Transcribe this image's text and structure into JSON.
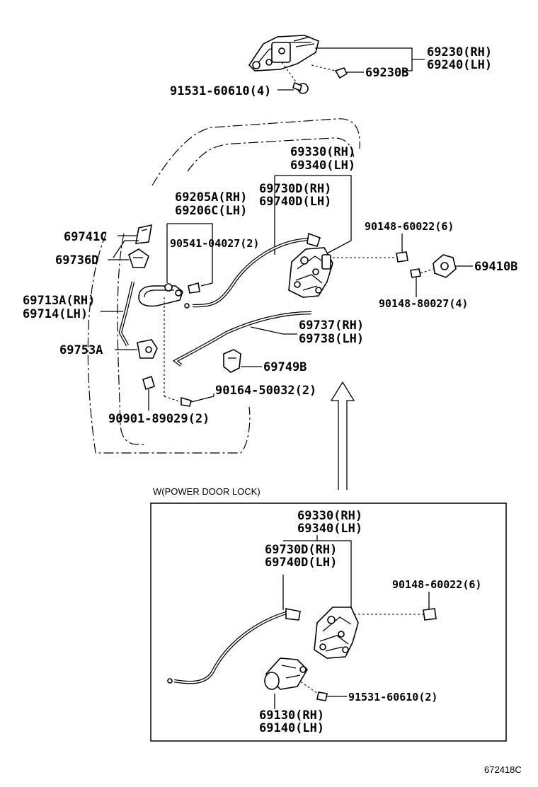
{
  "labels": {
    "l_69230": "69230(RH)",
    "l_69240": "69240(LH)",
    "l_69230B": "69230B",
    "l_91531_4": "91531-60610(4)",
    "l_69330": "69330(RH)",
    "l_69340": "69340(LH)",
    "l_69730D": "69730D(RH)",
    "l_69740D": "69740D(LH)",
    "l_69205A": "69205A(RH)",
    "l_69206C": "69206C(LH)",
    "l_90148_6": "90148-60022(6)",
    "l_69741C": "69741C",
    "l_69736D": "69736D",
    "l_90541": "90541-04027(2)",
    "l_69410B": "69410B",
    "l_69713A": "69713A(RH)",
    "l_69714": "69714(LH)",
    "l_90148_4": "90148-80027(4)",
    "l_69737": "69737(RH)",
    "l_69738": "69738(LH)",
    "l_69753A": "69753A",
    "l_69749B": "69749B",
    "l_90164": "90164-50032(2)",
    "l_90901": "90901-89029(2)",
    "l_power": "W(POWER DOOR LOCK)",
    "b_69330": "69330(RH)",
    "b_69340": "69340(LH)",
    "b_69730D": "69730D(RH)",
    "b_69740D": "69740D(LH)",
    "b_90148_6": "90148-60022(6)",
    "b_91531_2": "91531-60610(2)",
    "b_69130": "69130(RH)",
    "b_69140": "69140(LH)",
    "code": "672418C"
  }
}
